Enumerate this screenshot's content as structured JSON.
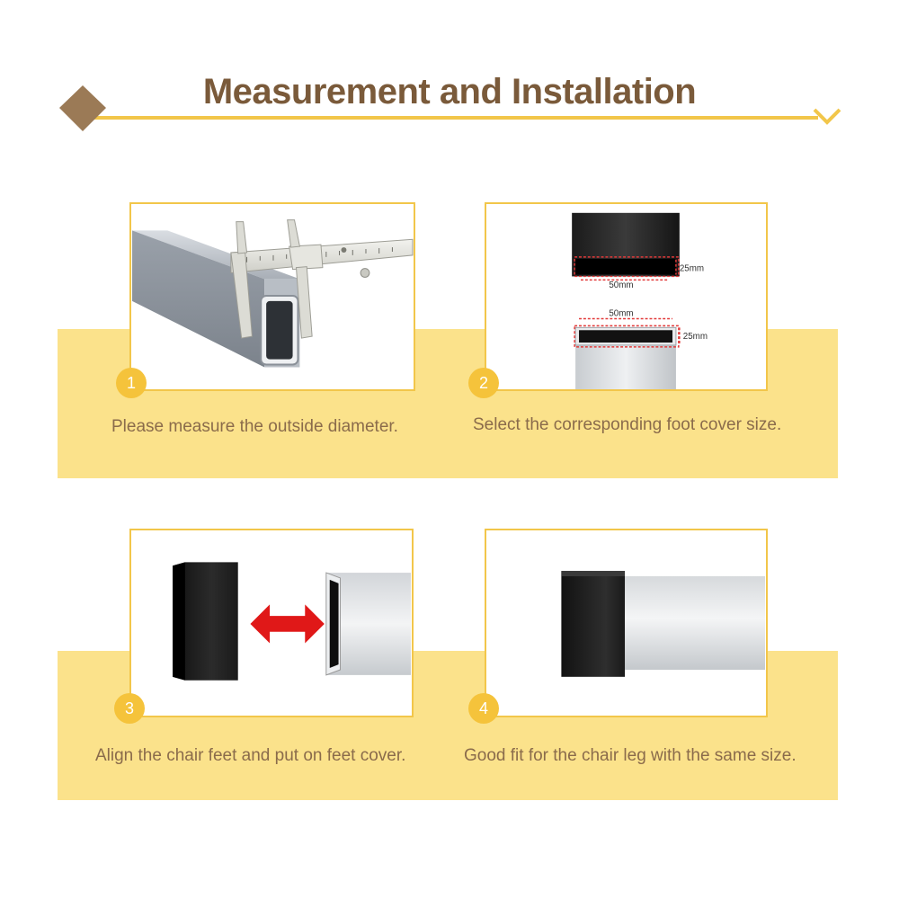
{
  "header": {
    "title": "Measurement and Installation",
    "accent_color": "#f2c64a",
    "title_color": "#7a5a3a",
    "diamond_color": "#9b7a56"
  },
  "band_color": "#fbe28b",
  "steps": [
    {
      "number": "1",
      "caption": "Please measure the outside diameter."
    },
    {
      "number": "2",
      "caption": "Select the corresponding foot cover size.",
      "cover_width_label": "50mm",
      "cover_height_label": "25mm",
      "tube_width_label": "50mm",
      "tube_height_label": "25mm"
    },
    {
      "number": "3",
      "caption": "Align the chair feet and put on feet cover."
    },
    {
      "number": "4",
      "caption": "Good fit for the chair leg with the same size."
    }
  ],
  "icons": [
    "diamond-icon",
    "chevron-down-icon",
    "double-arrow-icon"
  ]
}
